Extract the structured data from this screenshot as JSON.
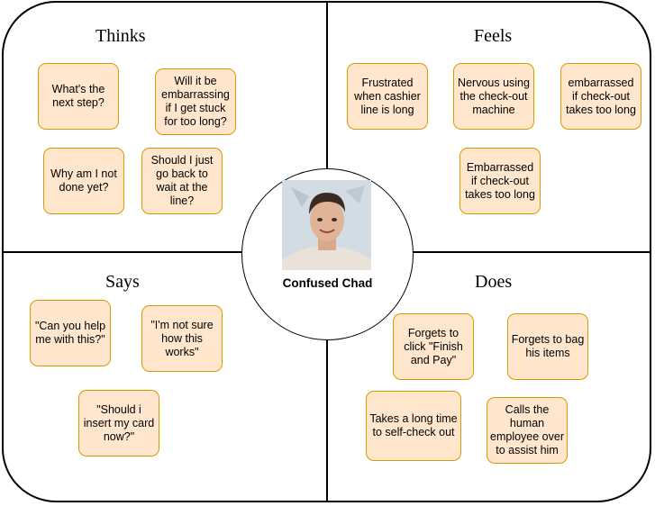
{
  "quadrants": {
    "thinks": {
      "title": "Thinks",
      "notes": [
        "What's the next step?",
        "Will it be embarrassing if I get stuck for too long?",
        "Why am I not done yet?",
        "Should I just go back to wait at the line?"
      ]
    },
    "feels": {
      "title": "Feels",
      "notes": [
        "Frustrated when cashier line is long",
        "Nervous using the check-out machine",
        "embarrassed if check-out takes too long",
        "Embarrassed if check-out takes too long"
      ]
    },
    "says": {
      "title": "Says",
      "notes": [
        "\"Can you help me with this?\"",
        "\"I'm not sure how this works\"",
        "\"Should i insert my card now?\""
      ]
    },
    "does": {
      "title": "Does",
      "notes": [
        "Forgets to click \"Finish and Pay\"",
        "Forgets to bag his items",
        "Takes a long time to self-check out",
        "Calls the human employee over to assist him"
      ]
    }
  },
  "persona": {
    "name": "Confused Chad",
    "photo_icon": "person-portrait-icon"
  },
  "colors": {
    "note_fill": "#ffe6cc",
    "note_border": "#d79b00",
    "lines": "#000000"
  }
}
